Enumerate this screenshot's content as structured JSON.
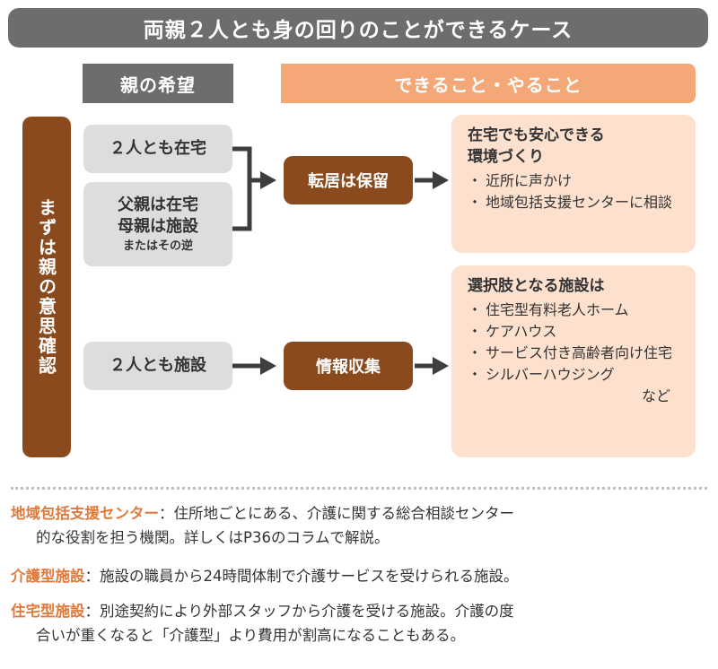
{
  "title": "両親２人とも身の回りのことができるケース",
  "headers": {
    "wish": "親の希望",
    "todo": "できること・やること"
  },
  "side_label": "まずは親の意思確認",
  "wishes": {
    "both_home": "２人とも在宅",
    "split_line1": "父親は在宅",
    "split_line2": "母親は施設",
    "split_note": "またはその逆",
    "both_facility": "２人とも施設"
  },
  "actions": {
    "postpone": "転居は保留",
    "gather": "情報収集"
  },
  "results": {
    "home": {
      "title_line1": "在宅でも安心できる",
      "title_line2": "環境づくり",
      "items": [
        "近所に声かけ",
        "地域包括支援センターに相談"
      ]
    },
    "facility": {
      "title": "選択肢となる施設は",
      "items": [
        "住宅型有料老人ホーム",
        "ケアハウス",
        "サービス付き高齢者向け住宅",
        "シルバーハウジング"
      ],
      "tail": "など"
    }
  },
  "notes": [
    {
      "term": "地域包括支援センター",
      "sep": "：",
      "text1": "住所地ごとにある、介護に関する総合相談センター",
      "text2": "的な役割を担う機関。詳しくはP36のコラムで解説。"
    },
    {
      "term": "介護型施設",
      "sep": "：",
      "text1": "施設の職員から24時間体制で介護サービスを受けられる施設。",
      "text2": ""
    },
    {
      "term": "住宅型施設",
      "sep": "：",
      "text1": "別途契約により外部スタッフから介護を受ける施設。介護の度",
      "text2": "合いが重くなると「介護型」より費用が割高になることもある。"
    }
  ],
  "colors": {
    "dark_gray": "#6d6d6d",
    "light_gray": "#dddddd",
    "brown": "#8b4a1d",
    "orange": "#f4a878",
    "peach": "#fde0ce",
    "term_orange": "#e07a3c"
  }
}
